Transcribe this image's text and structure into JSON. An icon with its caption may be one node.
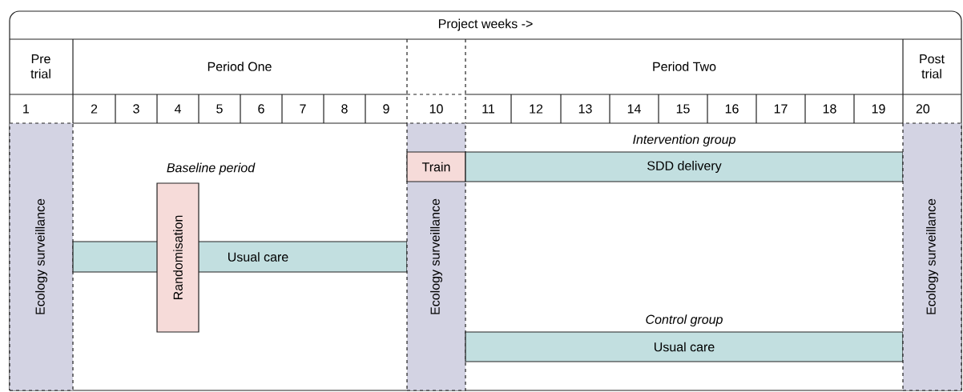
{
  "diagram": {
    "nodes": [
      {
        "text": [
          "Ecology surveillance"
        ]
      },
      {
        "text": [
          "Usual care"
        ]
      },
      {
        "text": [
          "Randomisation"
        ]
      },
      {
        "text": [
          "Ecology surveillance"
        ]
      },
      {
        "text": [
          "Train"
        ],
        "in": 3
      },
      {
        "text": [
          "SDD delivery"
        ],
        "beside": [
          "Intervention group"
        ]
      },
      {
        "text": [
          "Usual care"
        ],
        "beside": [
          "Control group"
        ]
      },
      {
        "text": [
          "Ecology surveillance"
        ]
      }
    ],
    "labels": [
      "Project weeks ->",
      "Pre trial",
      "Period One",
      "Period Two",
      "Post trial",
      "1",
      "2",
      "3",
      "4",
      "5",
      "6",
      "7",
      "8",
      "9",
      "10",
      "11",
      "12",
      "13",
      "14",
      "15",
      "16",
      "17",
      "18",
      "19",
      "20",
      "Baseline period"
    ]
  }
}
